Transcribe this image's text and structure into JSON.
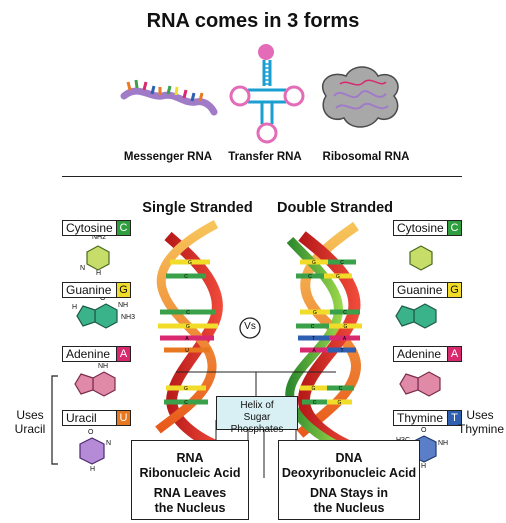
{
  "title": "RNA comes in 3 forms",
  "forms": [
    {
      "label": "Messenger RNA"
    },
    {
      "label": "Transfer RNA"
    },
    {
      "label": "Ribosomal RNA"
    }
  ],
  "single_stranded_label": "Single Stranded",
  "double_stranded_label": "Double Stranded",
  "vs_label": "Vs",
  "helix_box": {
    "line1": "Helix of",
    "line2": "Sugar Phosphates"
  },
  "left_bases": [
    {
      "name": "Cytosine",
      "letter": "C",
      "color": "#2e9e3f"
    },
    {
      "name": "Guanine",
      "letter": "G",
      "color": "#f2dc2a"
    },
    {
      "name": "Adenine",
      "letter": "A",
      "color": "#d8286e"
    },
    {
      "name": "Uracil",
      "letter": "U",
      "color": "#e8781f"
    }
  ],
  "right_bases": [
    {
      "name": "Cytosine",
      "letter": "C",
      "color": "#2e9e3f"
    },
    {
      "name": "Guanine",
      "letter": "G",
      "color": "#f2dc2a"
    },
    {
      "name": "Adenine",
      "letter": "A",
      "color": "#d8286e"
    },
    {
      "name": "Thymine",
      "letter": "T",
      "color": "#2f5fb0"
    }
  ],
  "uses_uracil": {
    "line1": "Uses",
    "line2": "Uracil"
  },
  "uses_thymine": {
    "line1": "Uses",
    "line2": "Thymine"
  },
  "molecule_labels": {
    "cyt_nh2": "NH2",
    "cyt_n": "N",
    "cyt_h": "H",
    "gua_o": "O",
    "gua_nh": "NH",
    "gua_nh3": "NH3",
    "gua_h": "H",
    "ade_nh": "NH",
    "ura_o": "O",
    "ura_n": "N",
    "ura_h": "H",
    "thy_h3c": "H3C",
    "thy_o": "O",
    "thy_nh": "NH",
    "thy_n": "N",
    "thy_h": "H"
  },
  "rna_box": {
    "line1": "RNA",
    "line2": "Ribonucleic Acid",
    "line3": "RNA Leaves",
    "line4": "the Nucleus"
  },
  "dna_box": {
    "line1": "DNA",
    "line2": "Deoxyribonucleic Acid",
    "line3": "DNA Stays in",
    "line4": "the Nucleus"
  },
  "single_rungs": [
    "G",
    "C",
    "C",
    "G",
    "A",
    "U",
    "G",
    "C"
  ],
  "double_rungs_left": [
    "G",
    "C",
    "G",
    "C",
    "T",
    "A",
    "G",
    "C"
  ],
  "double_rungs_right": [
    "C",
    "G",
    "C",
    "G",
    "A",
    "T",
    "C",
    "G"
  ]
}
